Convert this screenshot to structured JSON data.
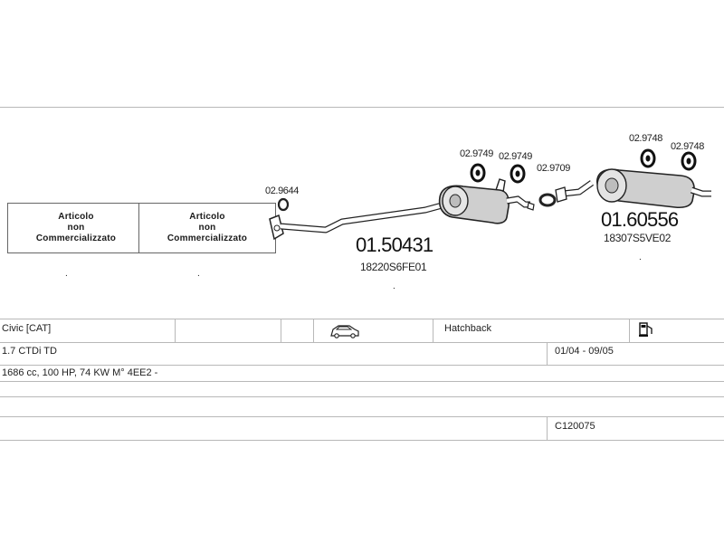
{
  "not_sold": {
    "line1": "Articolo",
    "line2": "non",
    "line3": "Commercializzato",
    "dot": "."
  },
  "parts": {
    "ring_front": "02.9644",
    "hanger_1": "02.9749",
    "hanger_2": "02.9749",
    "gasket": "02.9709",
    "hanger_3": "02.9748",
    "hanger_4": "02.9748",
    "middle_code": "01.50431",
    "middle_oem": "18220S6FE01",
    "rear_code": "01.60556",
    "rear_oem": "18307S5VE02",
    "dot": "."
  },
  "vehicle": {
    "model": "Civic  [CAT]",
    "body": "Hatchback",
    "engine": "1.7 CTDi TD",
    "period": "01/04 - 09/05",
    "specs": "1686 cc, 100 HP, 74 KW M° 4EE2 -",
    "system_code": "C120075"
  },
  "icons": [
    "car-icon",
    "fuel-pump-icon"
  ]
}
